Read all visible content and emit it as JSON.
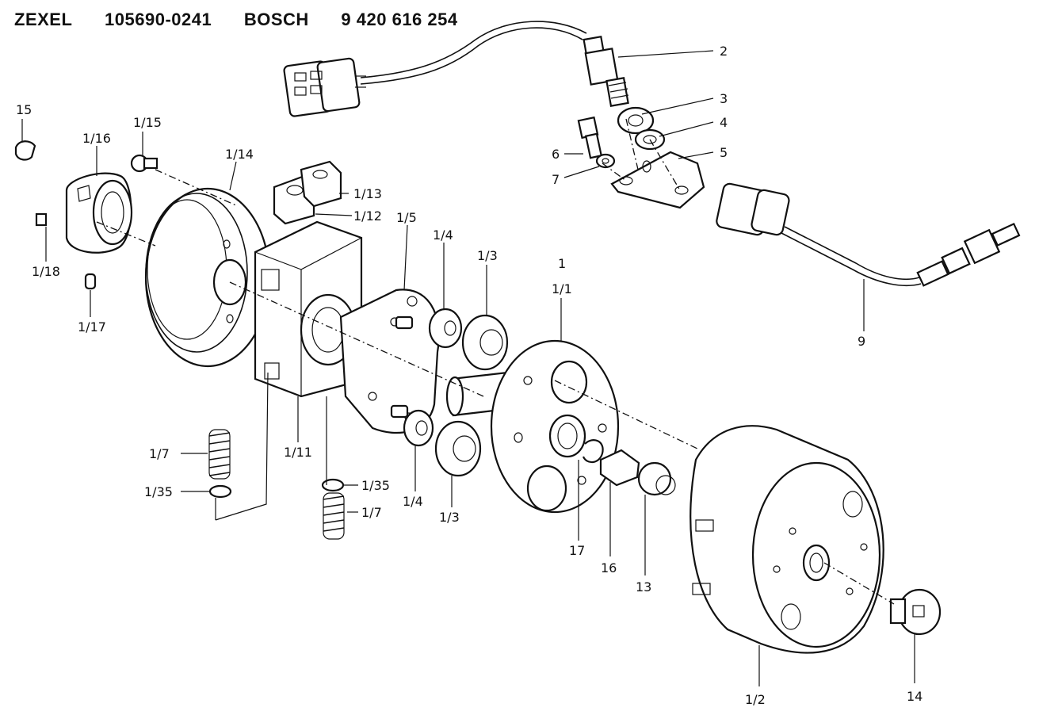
{
  "header": {
    "brand1": "ZEXEL",
    "part1": "105690-0241",
    "brand2": "BOSCH",
    "part2": "9 420 616 254"
  },
  "callouts": {
    "c15": "15",
    "c1_15": "1/15",
    "c1_16": "1/16",
    "c1_14": "1/14",
    "c1_13": "1/13",
    "c1_12": "1/12",
    "c1_5": "1/5",
    "c1_4a": "1/4",
    "c1_3a": "1/3",
    "c1": "1",
    "c1_1": "1/1",
    "c1_18": "1/18",
    "c1_17": "1/17",
    "c1_7a": "1/7",
    "c1_35a": "1/35",
    "c1_11": "1/11",
    "c1_35b": "1/35",
    "c1_7b": "1/7",
    "c1_4b": "1/4",
    "c1_3b": "1/3",
    "c17": "17",
    "c16": "16",
    "c13": "13",
    "c1_2": "1/2",
    "c14": "14",
    "c2": "2",
    "c3": "3",
    "c4": "4",
    "c5": "5",
    "c6": "6",
    "c7": "7",
    "c9": "9"
  }
}
